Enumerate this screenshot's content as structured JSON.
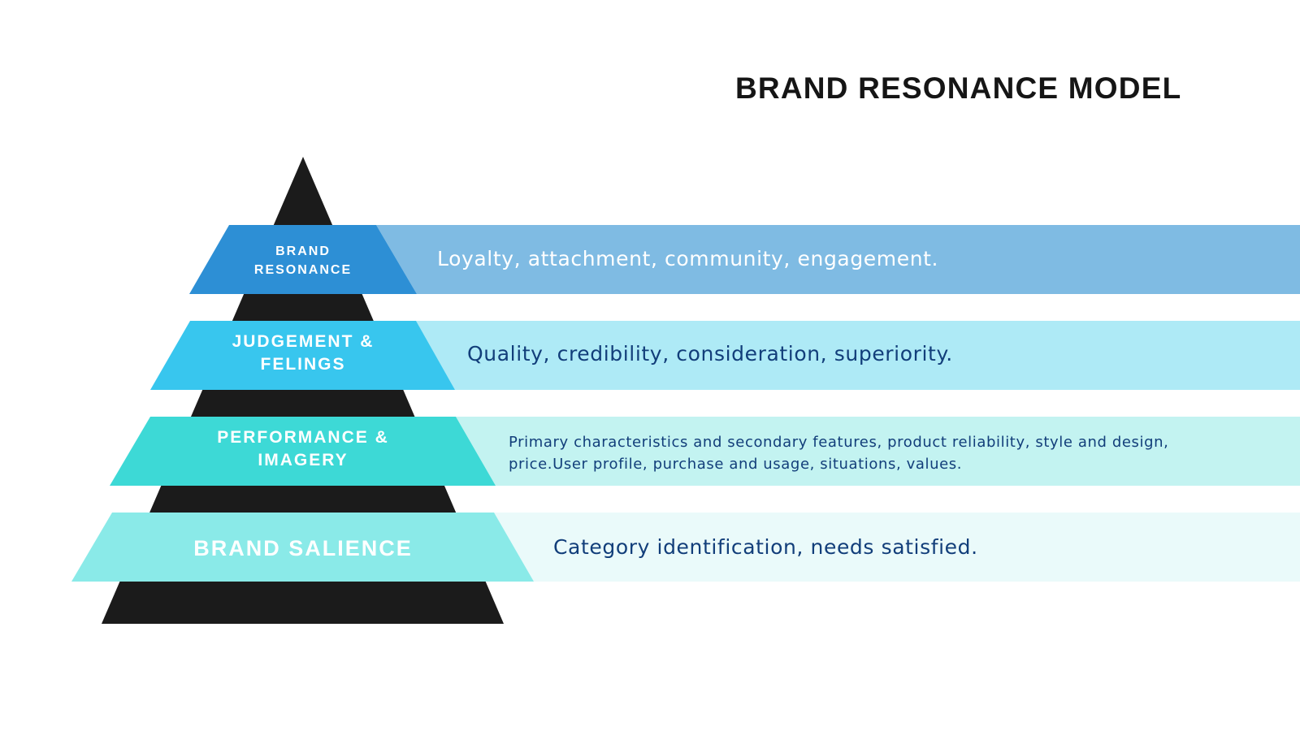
{
  "title": "BRAND RESONANCE MODEL",
  "colors": {
    "pyramid": "#1b1b1b",
    "text_dark": "#123e7a",
    "text_light": "#ffffff"
  },
  "levels": [
    {
      "label_lines": [
        "BRAND",
        "RESONANCE"
      ],
      "description": "Loyalty, attachment, community, engagement.",
      "description_lines": [
        "Loyalty, attachment, community, engagement."
      ],
      "trapezoid_color": "#2d8fd5",
      "band_color": "#7fbbe3",
      "text_color": "#ffffff"
    },
    {
      "label_lines": [
        "JUDGEMENT &",
        "FELINGS"
      ],
      "description": "Quality, credibility, consideration, superiority.",
      "description_lines": [
        "Quality, credibility, consideration, superiority."
      ],
      "trapezoid_color": "#38c6ee",
      "band_color": "#aeeaf6",
      "text_color": "#123e7a"
    },
    {
      "label_lines": [
        "PERFORMANCE &",
        "IMAGERY"
      ],
      "description": "Primary characteristics and secondary features, product reliability, style and design, price.User profile, purchase and usage, situations, values.",
      "description_lines": [
        "Primary characteristics and secondary features, product reliability, style and design,",
        "price.User profile, purchase and usage, situations, values."
      ],
      "trapezoid_color": "#3dd9d6",
      "band_color": "#c3f3f1",
      "text_color": "#123e7a"
    },
    {
      "label_lines": [
        "BRAND SALIENCE"
      ],
      "description": "Category identification, needs satisfied.",
      "description_lines": [
        "Category identification, needs satisfied."
      ],
      "trapezoid_color": "#8aeae8",
      "band_color": "#eafafa",
      "text_color": "#123e7a"
    }
  ]
}
